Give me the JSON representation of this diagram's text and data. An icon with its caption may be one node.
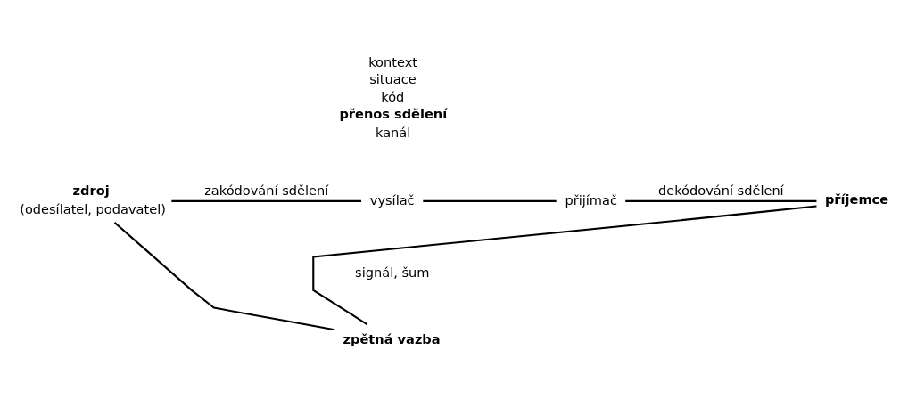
{
  "diagram": {
    "nodes": [
      {
        "text": [
          "zdroj",
          "(odesílatel, podavatel)"
        ]
      },
      {
        "text": [
          "vysílač"
        ]
      },
      {
        "text": [
          "přijímač"
        ]
      },
      {
        "text": [
          "příjemce"
        ]
      },
      {
        "text": [
          "zpětná vazba"
        ]
      }
    ],
    "edges": [
      {
        "from": 0,
        "to": 1,
        "arrow": "none",
        "label": "zakódování sdělení"
      },
      {
        "from": 1,
        "to": 2,
        "arrow": "none"
      },
      {
        "from": 2,
        "to": 3,
        "arrow": "none",
        "label": "dekódování sdělení"
      },
      {
        "from": 3,
        "to": 4,
        "arrow": "none"
      },
      {
        "from": 4,
        "to": 0,
        "arrow": "none"
      }
    ],
    "labels": [
      "kontext",
      "situace",
      "kód",
      "přenos sdělení",
      "kanál",
      "signál, šum"
    ]
  }
}
